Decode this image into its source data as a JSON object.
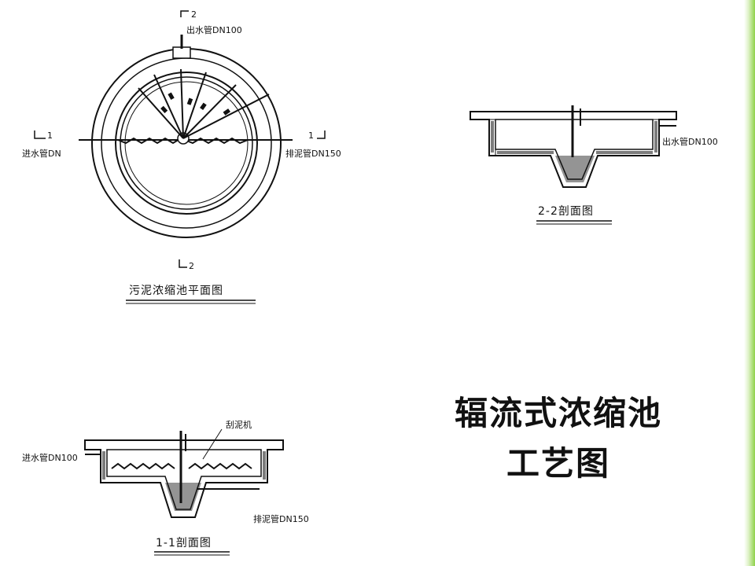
{
  "title": {
    "line1": "辐流式浓缩池",
    "line2": "工艺图"
  },
  "plan": {
    "caption": "污泥浓缩池平面图",
    "section_mark_2_top": "2",
    "section_mark_2_bottom": "2",
    "section_mark_1_left": "1",
    "section_mark_1_right": "1",
    "outlet_label": "出水管DN100",
    "inlet_label": "进水管DN",
    "drain_label": "排泥管DN150"
  },
  "section22": {
    "caption": "2-2剖面图",
    "outlet_label": "出水管DN100"
  },
  "section11": {
    "caption": "1-1剖面图",
    "scraper_label": "刮泥机",
    "inlet_label": "进水管DN100",
    "drain_label": "排泥管DN150"
  },
  "colors": {
    "accent": "#8fd14a",
    "line": "#111111"
  }
}
